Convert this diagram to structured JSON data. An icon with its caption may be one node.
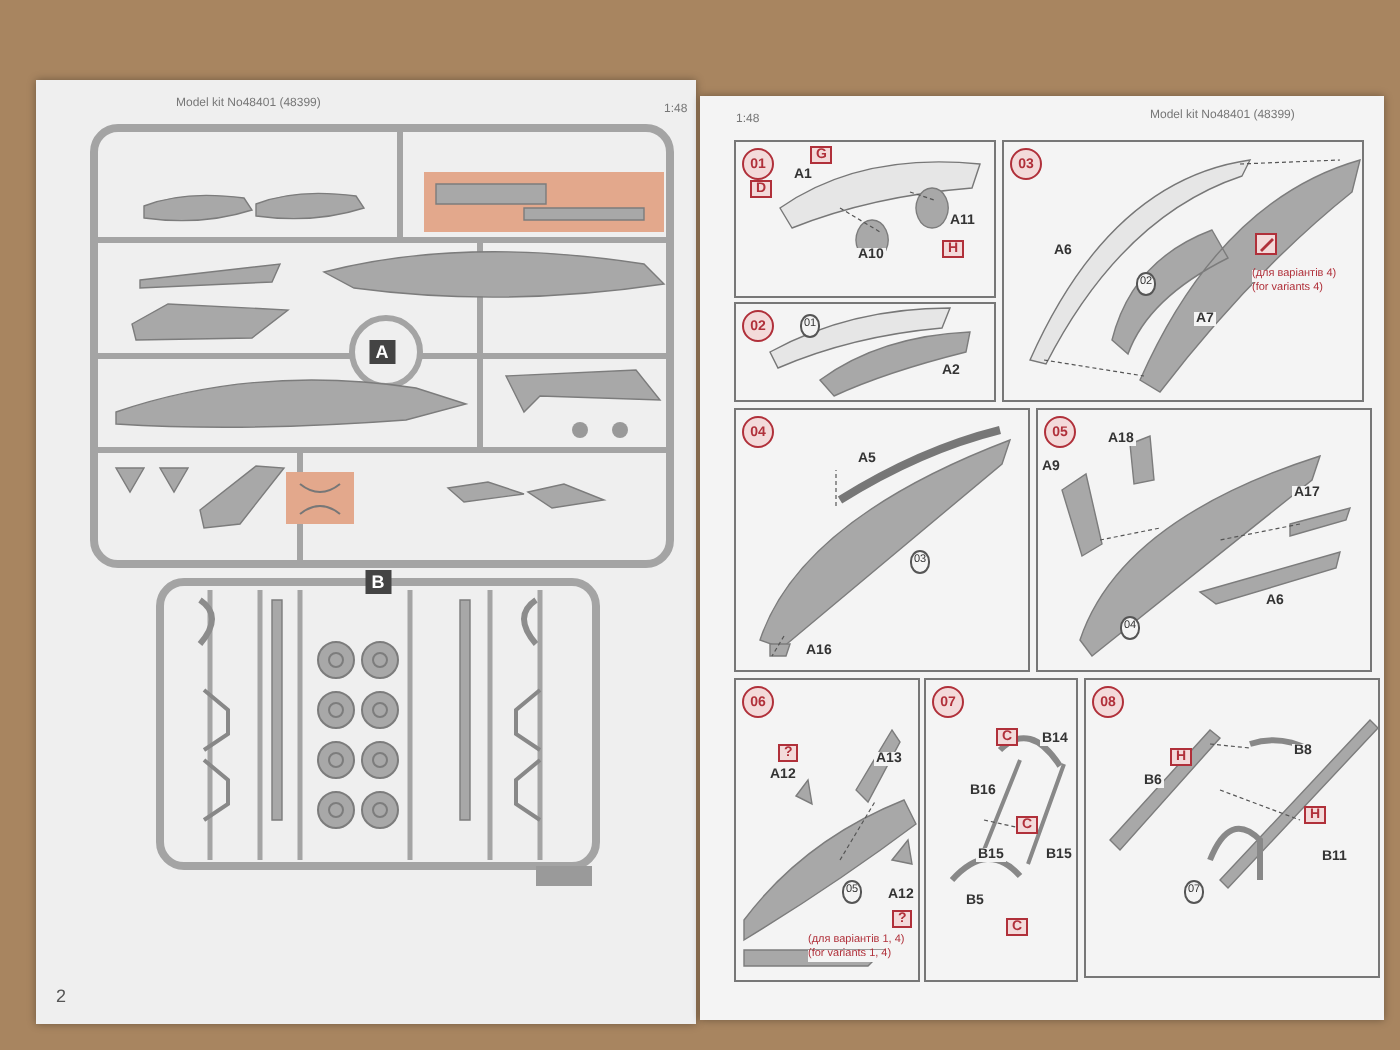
{
  "diagram": {
    "nodes": [
      {
        "text": [
          "A"
        ]
      },
      {
        "text": [
          "B"
        ]
      },
      {
        "text": [
          "01"
        ]
      },
      {
        "text": [
          "02"
        ]
      },
      {
        "text": [
          "03"
        ]
      },
      {
        "text": [
          "04"
        ]
      },
      {
        "text": [
          "05"
        ]
      },
      {
        "text": [
          "06"
        ]
      },
      {
        "text": [
          "07"
        ]
      },
      {
        "text": [
          "08"
        ]
      }
    ],
    "labels": [
      "Model kit No48401 (48399)",
      "1:48",
      "1:48",
      "Model kit No48401 (48399)",
      "G",
      "A1",
      "D",
      "A11",
      "A10",
      "H",
      "01",
      "A2",
      "A6",
      "02",
      "(для варіантів 4)",
      "(for variants 4)",
      "A7",
      "A5",
      "03",
      "A16",
      "A18",
      "A9",
      "A17",
      "04",
      "A6",
      "?",
      "A12",
      "A13",
      "05",
      "A12",
      "?",
      "(для варіантів 1, 4)",
      "(for variants 1, 4)",
      "C",
      "B14",
      "B16",
      "C",
      "B15",
      "B15",
      "B5",
      "C",
      "H",
      "B8",
      "B6",
      "H",
      "B11",
      "07",
      "2"
    ]
  }
}
